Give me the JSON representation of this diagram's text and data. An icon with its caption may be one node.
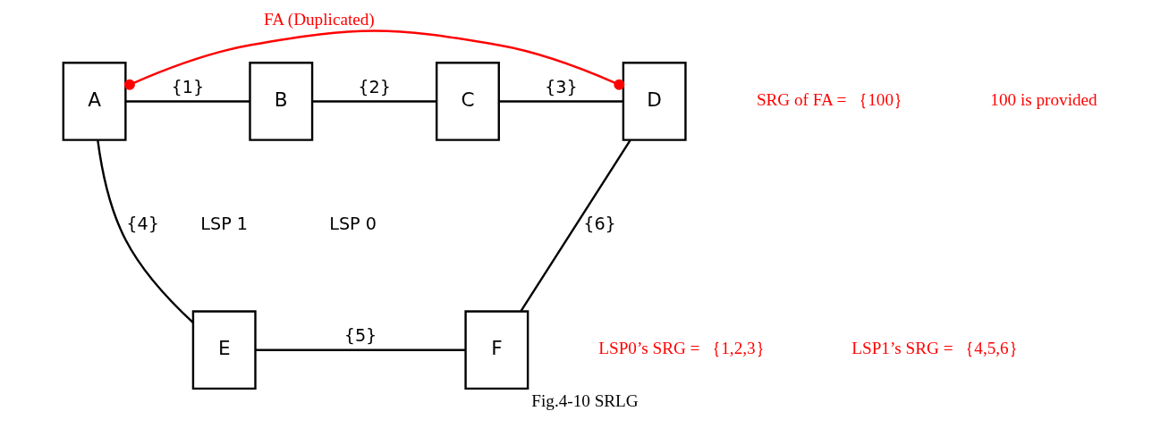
{
  "diagram": {
    "caption": "Fig.4-10 SRLG",
    "nodes": [
      {
        "text": [
          "A"
        ]
      },
      {
        "text": [
          "B"
        ]
      },
      {
        "text": [
          "C"
        ]
      },
      {
        "text": [
          "D"
        ]
      },
      {
        "text": [
          "E"
        ]
      },
      {
        "text": [
          "F"
        ]
      }
    ],
    "edges": [
      {
        "from": 0,
        "to": 3,
        "arrow": "other",
        "label": "FA (Duplicated)",
        "color": "#ff0000"
      },
      {
        "from": 0,
        "to": 1,
        "arrow": "none",
        "label": "{1}"
      },
      {
        "from": 1,
        "to": 2,
        "arrow": "none",
        "label": "{2}"
      },
      {
        "from": 2,
        "to": 3,
        "arrow": "none",
        "label": "{3}"
      },
      {
        "from": 0,
        "to": 4,
        "arrow": "none",
        "label": "{4}"
      },
      {
        "from": 4,
        "to": 5,
        "arrow": "none",
        "label": "{5}"
      },
      {
        "from": 5,
        "to": 3,
        "arrow": "none",
        "label": "{6}"
      }
    ],
    "labels": [
      "SRG of FA = ｛100｝",
      "100 is provided",
      "LSP 0",
      "LSP 1",
      "LSP0’s SRG = ｛1,2,3｝",
      "LSP1’s SRG = ｛4,5,6｝"
    ]
  }
}
